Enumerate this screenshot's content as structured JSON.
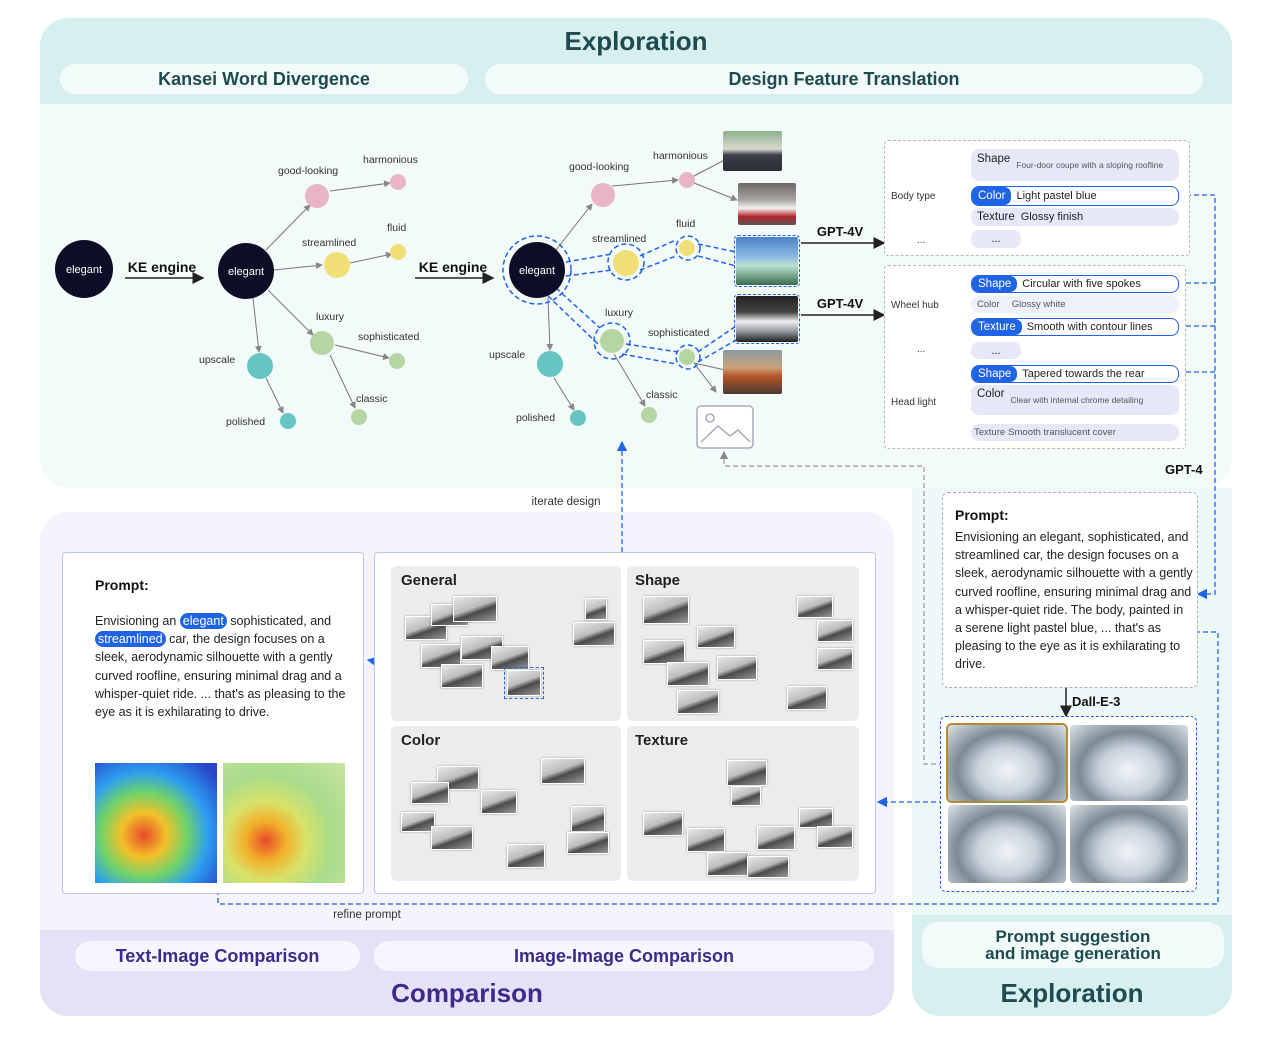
{
  "exploration_top": {
    "title": "Exploration",
    "sub_left": "Kansei Word Divergence",
    "sub_right": "Design Feature Translation"
  },
  "graph": {
    "start_node": "elegant",
    "engine_label": "KE engine",
    "center_node": "elegant",
    "words": [
      "good-looking",
      "harmonious",
      "streamlined",
      "fluid",
      "luxury",
      "sophisticated",
      "upscale",
      "classic",
      "polished"
    ],
    "gpt4v_label": "GPT-4V"
  },
  "features": {
    "body": {
      "label": "Body type",
      "ellipsis": "...",
      "rows": [
        {
          "attr": "Shape",
          "value": "Four-door coupe with a sloping roofline"
        },
        {
          "attr": "Color",
          "value": "Light pastel blue"
        },
        {
          "attr": "Texture",
          "value": "Glossy finish"
        },
        {
          "attr": "...",
          "value": ""
        }
      ]
    },
    "wheel": {
      "label": "Wheel hub",
      "rows": [
        {
          "attr": "Shape",
          "value": "Circular with five spokes"
        },
        {
          "attr": "Color",
          "value": "Glossy white"
        },
        {
          "attr": "Texture",
          "value": "Smooth with contour lines"
        },
        {
          "attr": "...",
          "value": ""
        }
      ]
    },
    "ellipsis": "...",
    "head": {
      "label": "Head light",
      "rows": [
        {
          "attr": "Shape",
          "value": "Tapered towards the rear"
        },
        {
          "attr": "Color",
          "value": "Clear with internal chrome detailing"
        },
        {
          "attr": "Texture",
          "value": "Smooth translucent cover"
        }
      ]
    }
  },
  "gpt4_label": "GPT-4",
  "dalle_label": "Dall-E-3",
  "iterate_label": "iterate design",
  "refine_label": "refine prompt",
  "right_prompt": {
    "title": "Prompt:",
    "body": "Envisioning an elegant, sophisticated, and streamlined car, the design focuses on a sleek, aerodynamic silhouette with a gently curved roofline, ensuring minimal drag and a whisper-quiet ride.   The body, painted in a serene light pastel blue,   ...   that's as pleasing to the eye as it is exhilarating to drive."
  },
  "left_prompt": {
    "title": "Prompt:",
    "pre": "Envisioning an",
    "hl1": "elegant",
    "mid": " sophisticated, and",
    "hl2": "streamlined",
    "post": " car, the design focuses on a sleek, aerodynamic silhouette with a gently curved roofline, ensuring minimal drag and a whisper-quiet ride.     ...     that's as pleasing to the eye as it is exhilarating to drive."
  },
  "categories": [
    "General",
    "Shape",
    "Color",
    "Texture"
  ],
  "comparison": {
    "title": "Comparison",
    "text_image": "Text-Image Comparison",
    "image_image": "Image-Image Comparison"
  },
  "exploration_bottom": {
    "title": "Exploration",
    "subtitle": "Prompt suggestion\nand image generation"
  },
  "colors": {
    "accent_blue": "#1f63e6",
    "teal_title": "#1e4b4f",
    "purple_title": "#3d2a8a"
  }
}
